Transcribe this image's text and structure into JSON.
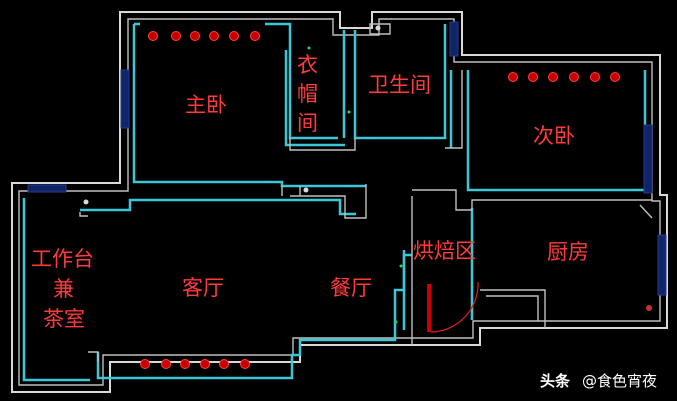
{
  "rooms": {
    "master_bedroom": "主卧",
    "cloakroom_1": "衣",
    "cloakroom_2": "帽",
    "cloakroom_3": "间",
    "bathroom": "卫生间",
    "second_bedroom": "次卧",
    "workstation_1": "工作台",
    "workstation_2": "兼",
    "workstation_3": "茶室",
    "living_room": "客厅",
    "dining_room": "餐厅",
    "baking_area": "烘焙区",
    "kitchen": "厨房"
  },
  "watermark": {
    "brand": "头条",
    "account": "@食色宵夜"
  },
  "colors": {
    "background": "#000000",
    "wall": "#d9d9d9",
    "inner_wall": "#3cc6d6",
    "window": "#10246a",
    "light": "#c80000",
    "label": "#ff3b3b"
  }
}
